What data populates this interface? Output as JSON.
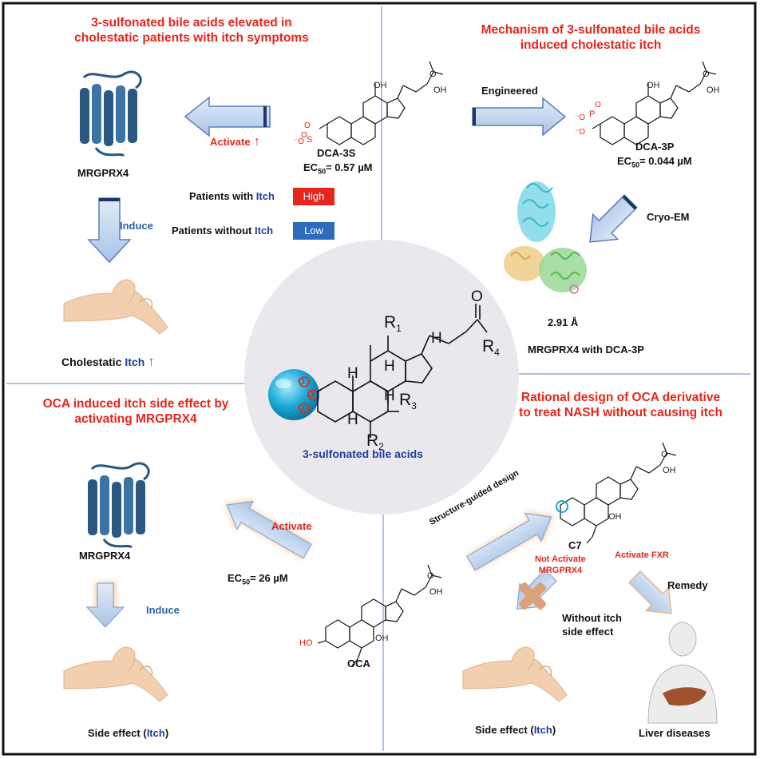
{
  "panels": {
    "top_left": {
      "title_line1": "3-sulfonated bile acids elevated in",
      "title_line2": "cholestatic patients with itch symptoms",
      "receptor_label": "MRGPRX4",
      "activate_label": "Activate",
      "activate_arrow": "↑",
      "compound_name": "DCA-3S",
      "ec50_prefix": "EC",
      "ec50_sub": "50",
      "ec50_value": "= 0.57 µM",
      "patients_itch_prefix": "Patients with ",
      "patients_itch_word": "Itch",
      "patients_itch_level": "High",
      "patients_noitch_prefix": "Patients without ",
      "patients_noitch_word": "Itch",
      "patients_noitch_level": "Low",
      "induce_label": "Induce",
      "outcome_prefix": "Cholestatic ",
      "outcome_word": "Itch",
      "outcome_arrow": "↑"
    },
    "top_right": {
      "title_line1": "Mechanism of 3-sulfonated bile acids",
      "title_line2": "induced cholestatic itch",
      "engineered_label": "Engineered",
      "compound_name": "DCA-3P",
      "ec50_prefix": "EC",
      "ec50_sub": "50",
      "ec50_value": "= 0.044 µM",
      "cryo_label": "Cryo-EM",
      "resolution": "2.91 Å",
      "complex_label": "MRGPRX4 with DCA-3P"
    },
    "center": {
      "label": "3-sulfonated bile acids",
      "r1": "R",
      "r1_sub": "1",
      "r2": "R",
      "r2_sub": "2",
      "r3": "R",
      "r3_sub": "3",
      "r4": "R",
      "r4_sub": "4",
      "h": "H",
      "o": "O"
    },
    "bottom_left": {
      "title_line1": "OCA induced itch side effect by",
      "title_line2": "activating MRGPRX4",
      "receptor_label": "MRGPRX4",
      "induce_label": "Induce",
      "activate_label": "Activate",
      "ec50_prefix": "EC",
      "ec50_sub": "50",
      "ec50_value": "= 26 µM",
      "compound_name": "OCA",
      "outcome_prefix": "Side effect (",
      "outcome_word": "Itch",
      "outcome_suffix": ")"
    },
    "bottom_right": {
      "title_line1": "Rational design of OCA derivative",
      "title_line2": "to treat NASH without causing itch",
      "design_label": "Structure-guided design",
      "compound_name": "C7",
      "not_activate_line1": "Not Activate",
      "not_activate_line2": "MRGPRX4",
      "activate_fxr": "Activate FXR",
      "remedy_label": "Remedy",
      "without_itch_line1": "Without itch",
      "without_itch_line2": "side effect",
      "outcome_prefix": "Side effect (",
      "outcome_word": "Itch",
      "outcome_suffix": ")",
      "liver_label": "Liver diseases"
    }
  },
  "colors": {
    "title_red": "#e8251b",
    "itch_blue": "#1d3f9a",
    "induce_blue": "#2e5fa8",
    "high_badge": "#e8251b",
    "low_badge": "#2e6bbd",
    "arrow_fill": "#c7d9f1",
    "arrow_stroke": "#5b7db8",
    "sphere": "#19a9d8",
    "receptor": "#2a5880",
    "skin": "#f2cfae",
    "center_circle": "#ebe8ed"
  },
  "icons": [
    "receptor-icon",
    "hand-icon",
    "liver-body-icon",
    "cross-icon",
    "sulfonate-sphere-icon",
    "protein-structure-icon"
  ]
}
